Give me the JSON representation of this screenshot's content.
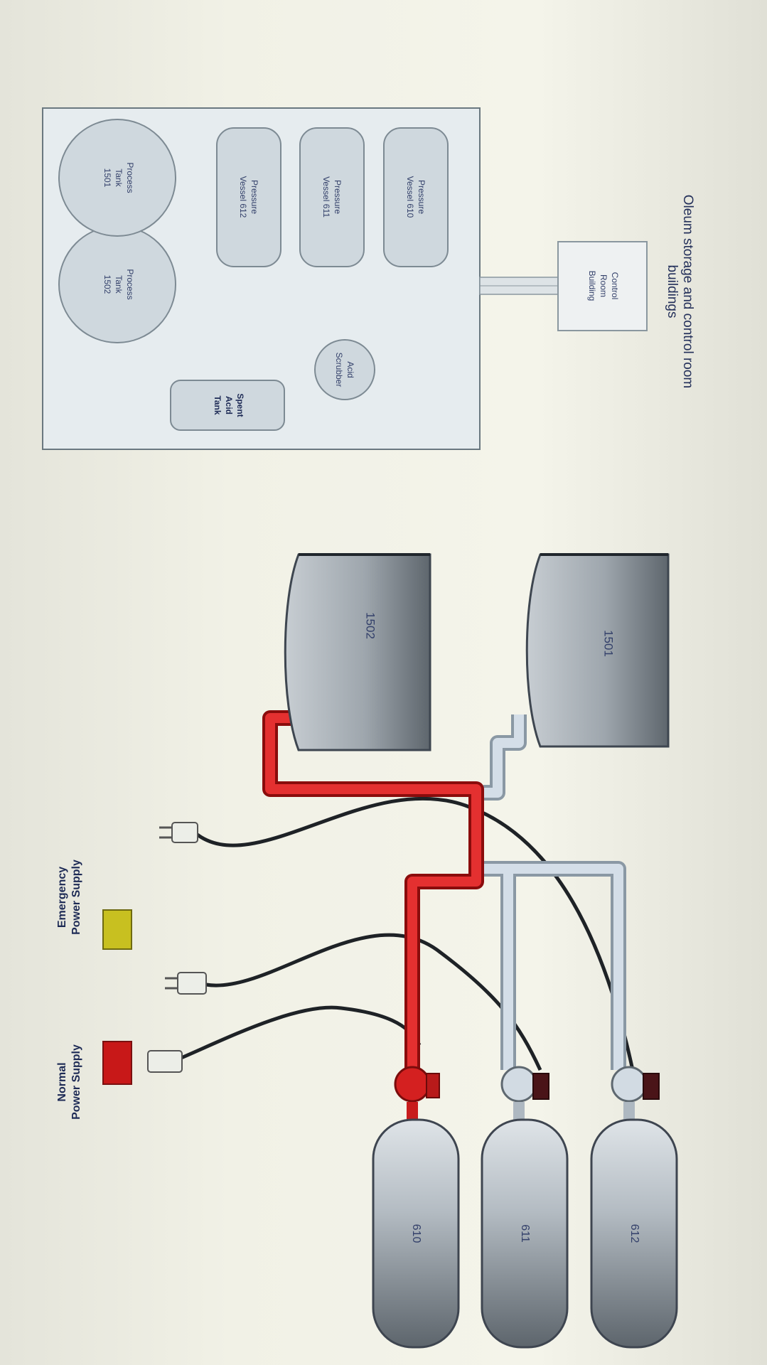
{
  "legend": {
    "normal_power_line1": "Normal",
    "normal_power_line2": "Power Supply",
    "emergency_power_line1": "Emergency",
    "emergency_power_line2": "Power Supply"
  },
  "tanks": {
    "tank_1502": "1502",
    "tank_1501": "1501"
  },
  "vessels": {
    "vessel_610": "610",
    "vessel_611": "611",
    "vessel_612": "612"
  },
  "site_plan": {
    "process_tank_1502": [
      "Process",
      "Tank",
      "1502"
    ],
    "process_tank_1501": [
      "Process",
      "Tank",
      "1501"
    ],
    "spent_acid_tank": [
      "Spent",
      "Acid",
      "Tank"
    ],
    "acid_scrubber": [
      "Acid",
      "Scrubber"
    ],
    "pressure_vessel_612": [
      "Pressure",
      "Vessel 612"
    ],
    "pressure_vessel_611": [
      "Pressure",
      "Vessel 611"
    ],
    "pressure_vessel_610": [
      "Pressure",
      "Vessel 610"
    ],
    "control_room": [
      "Control",
      "Room",
      "Building"
    ],
    "caption_line1": "Oleum storage and control room",
    "caption_line2": "buildings"
  },
  "colors": {
    "active_pipe": "#d42020",
    "idle_pipe": "#b8c8d6",
    "normal_power_indicator": "#c81818",
    "emergency_power_indicator": "#c8c020",
    "site_box_fill": "#cfd8de"
  }
}
